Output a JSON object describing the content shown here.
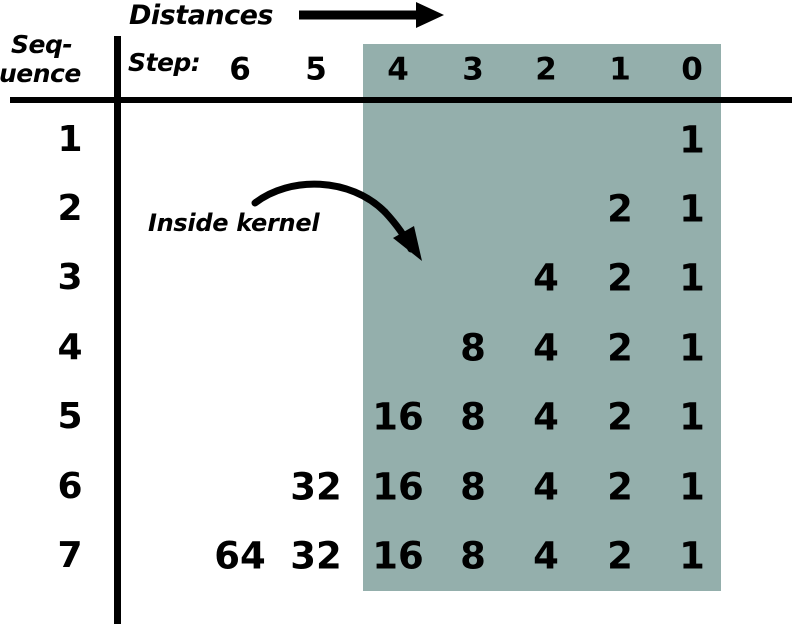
{
  "figure": {
    "title_top": "Distances",
    "row_axis_label_line1": "Seq-",
    "row_axis_label_line2": "uence",
    "step_label": "Step:",
    "annotation": "Inside kernel",
    "shade_color": "#94afac",
    "ink_color": "#000000",
    "background_color": "#ffffff"
  },
  "chart_data": {
    "type": "table",
    "title": "Distances",
    "xlabel": "Distances",
    "ylabel": "Sequence",
    "column_headers": [
      "6",
      "5",
      "4",
      "3",
      "2",
      "1",
      "0"
    ],
    "shaded_columns": [
      "4",
      "3",
      "2",
      "1",
      "0"
    ],
    "row_headers": [
      "1",
      "2",
      "3",
      "4",
      "5",
      "6",
      "7"
    ],
    "rows": [
      {
        "sequence": "1",
        "cells": [
          "",
          "",
          "",
          "",
          "",
          "",
          "1"
        ]
      },
      {
        "sequence": "2",
        "cells": [
          "",
          "",
          "",
          "",
          "",
          "2",
          "1"
        ]
      },
      {
        "sequence": "3",
        "cells": [
          "",
          "",
          "",
          "",
          "4",
          "2",
          "1"
        ]
      },
      {
        "sequence": "4",
        "cells": [
          "",
          "",
          "",
          "8",
          "4",
          "2",
          "1"
        ]
      },
      {
        "sequence": "5",
        "cells": [
          "",
          "",
          "16",
          "8",
          "4",
          "2",
          "1"
        ]
      },
      {
        "sequence": "6",
        "cells": [
          "",
          "32",
          "16",
          "8",
          "4",
          "2",
          "1"
        ]
      },
      {
        "sequence": "7",
        "cells": [
          "64",
          "32",
          "16",
          "8",
          "4",
          "2",
          "1"
        ]
      }
    ],
    "annotations": [
      {
        "text": "Inside kernel",
        "points_to": "shaded region"
      },
      {
        "text": "Distances",
        "points_to": "rightward direction"
      }
    ],
    "grid": false,
    "legend": "none"
  }
}
